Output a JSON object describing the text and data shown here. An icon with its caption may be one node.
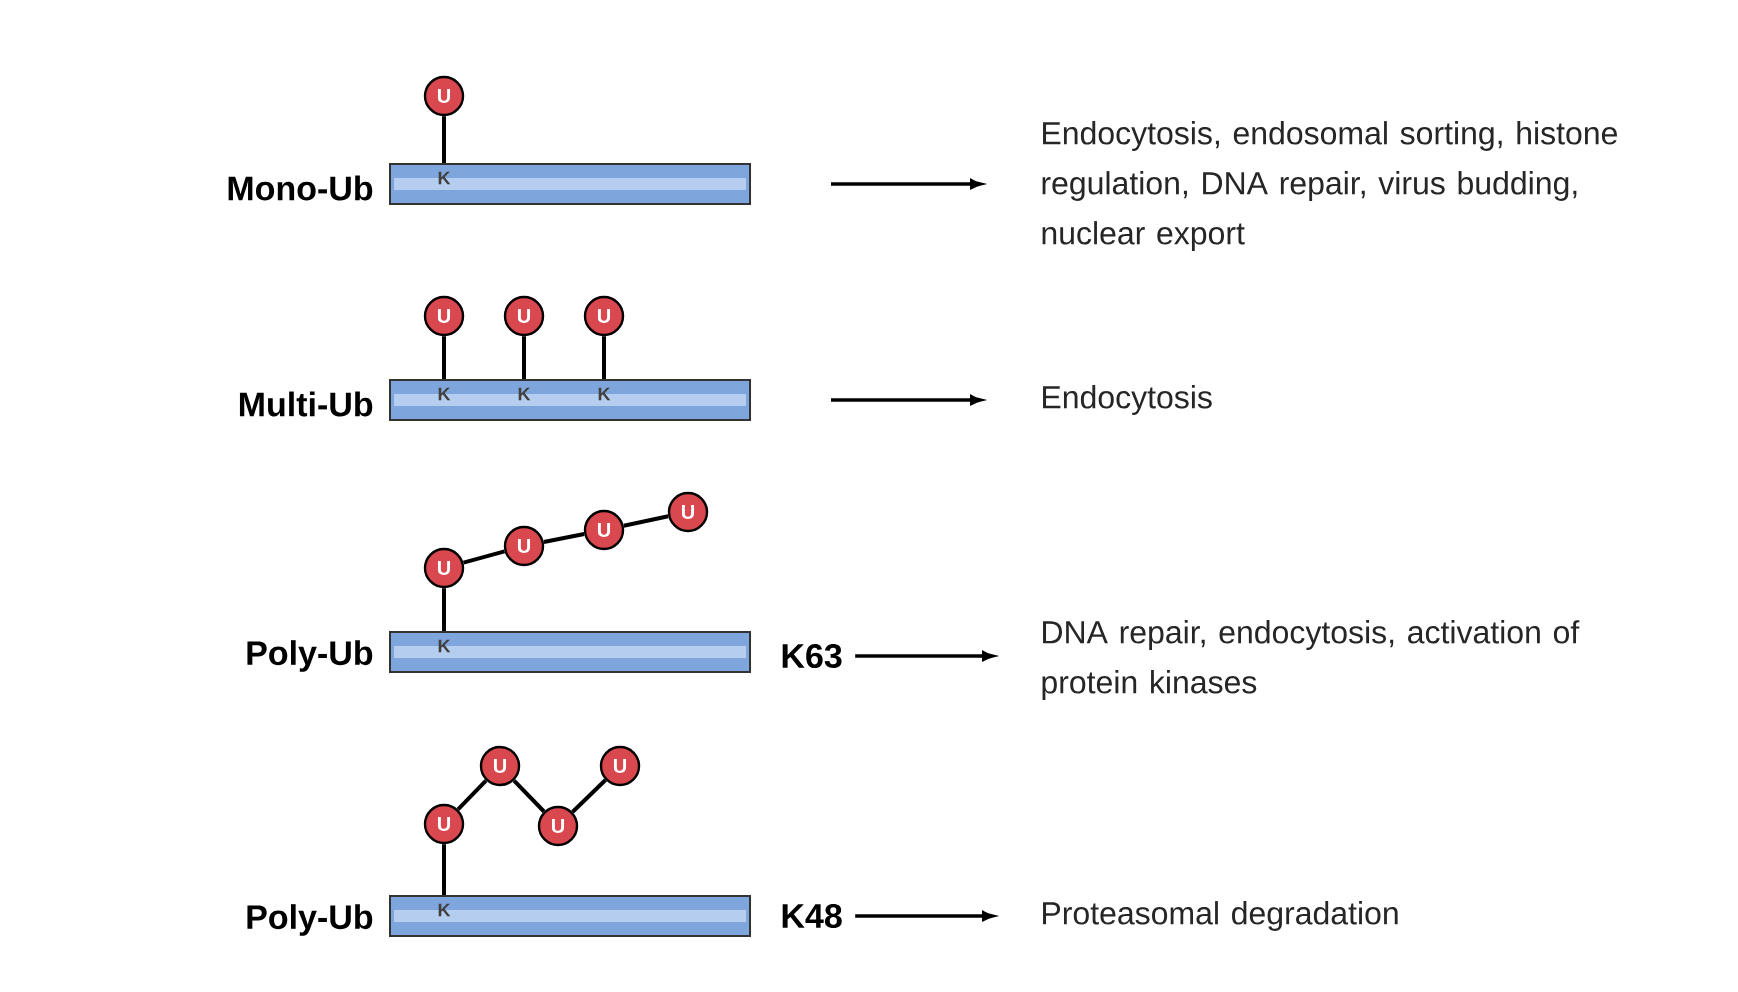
{
  "diagram": {
    "nodes": [
      {
        "text": [
          "U"
        ]
      },
      {
        "text": [
          "K"
        ],
        "beside": [
          "Mono-Ub"
        ]
      },
      {
        "text": [
          "Endocytosis, endosomal sorting, histone regulation, DNA repair, virus budding, nuclear export"
        ]
      },
      {
        "text": [
          "U"
        ]
      },
      {
        "text": [
          "U"
        ]
      },
      {
        "text": [
          "U"
        ]
      },
      {
        "text": [
          "K",
          "K",
          "K"
        ],
        "beside": [
          "Multi-Ub"
        ]
      },
      {
        "text": [
          "Endocytosis"
        ]
      },
      {
        "text": [
          "U"
        ]
      },
      {
        "text": [
          "U"
        ]
      },
      {
        "text": [
          "U"
        ]
      },
      {
        "text": [
          "U"
        ]
      },
      {
        "text": [
          "K"
        ],
        "beside": [
          "Poly-Ub"
        ]
      },
      {
        "text": [
          "K63"
        ]
      },
      {
        "text": [
          "DNA repair, endocytosis, activation of protein kinases"
        ]
      },
      {
        "text": [
          "U"
        ]
      },
      {
        "text": [
          "U"
        ]
      },
      {
        "text": [
          "U"
        ]
      },
      {
        "text": [
          "U"
        ]
      },
      {
        "text": [
          "K"
        ],
        "beside": [
          "Poly-Ub"
        ]
      },
      {
        "text": [
          "K48"
        ]
      },
      {
        "text": [
          "Proteasomal degradation"
        ]
      }
    ],
    "edges": [
      {
        "from": 0,
        "to": 1,
        "arrow": "none"
      },
      {
        "from": 1,
        "to": 2,
        "arrow": "to"
      },
      {
        "from": 3,
        "to": 6,
        "arrow": "none"
      },
      {
        "from": 4,
        "to": 6,
        "arrow": "none"
      },
      {
        "from": 5,
        "to": 6,
        "arrow": "none"
      },
      {
        "from": 6,
        "to": 7,
        "arrow": "to"
      },
      {
        "from": 8,
        "to": 12,
        "arrow": "none"
      },
      {
        "from": 8,
        "to": 9,
        "arrow": "none"
      },
      {
        "from": 9,
        "to": 10,
        "arrow": "none"
      },
      {
        "from": 10,
        "to": 11,
        "arrow": "none"
      },
      {
        "from": 13,
        "to": 14,
        "arrow": "to"
      },
      {
        "from": 15,
        "to": 19,
        "arrow": "none"
      },
      {
        "from": 15,
        "to": 16,
        "arrow": "none"
      },
      {
        "from": 16,
        "to": 17,
        "arrow": "none"
      },
      {
        "from": 17,
        "to": 18,
        "arrow": "none"
      },
      {
        "from": 20,
        "to": 21,
        "arrow": "to"
      }
    ]
  }
}
